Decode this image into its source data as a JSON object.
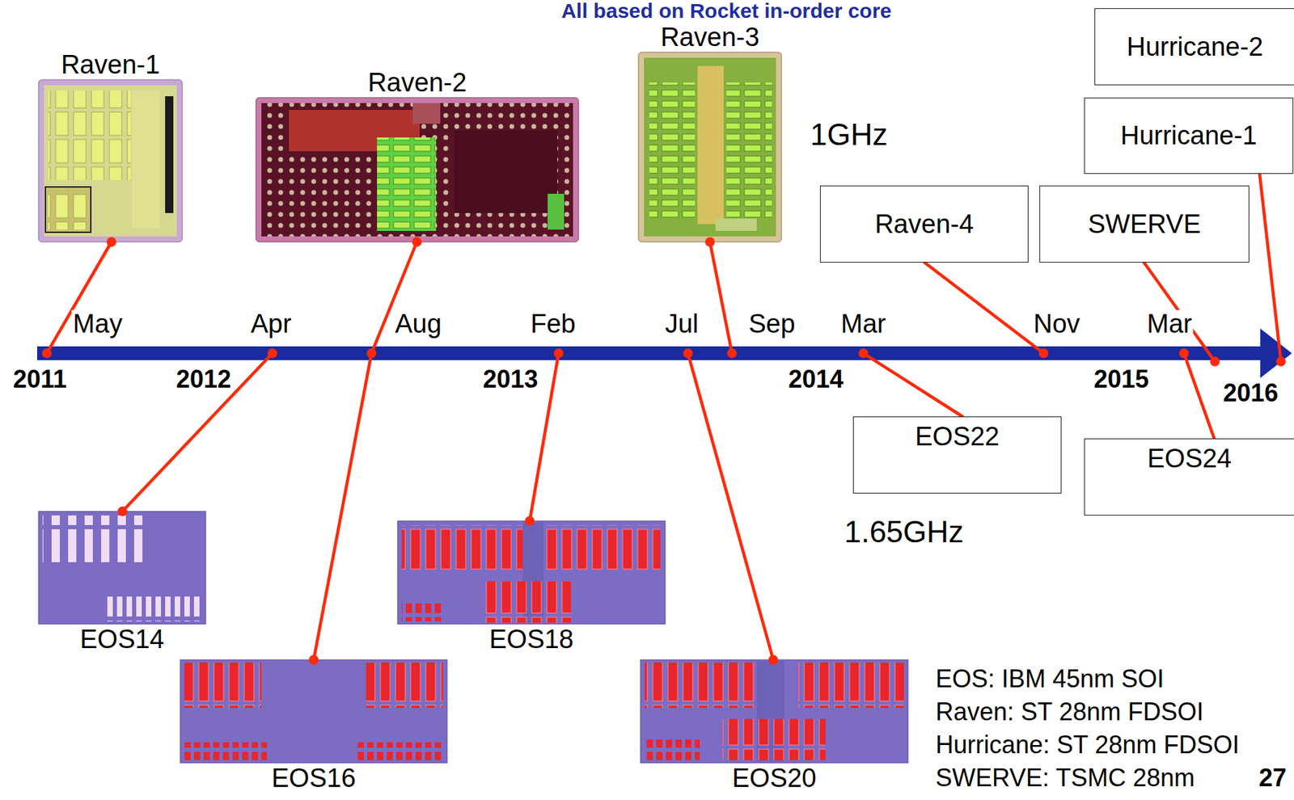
{
  "diagram": {
    "title": "All based on Rocket in-order core",
    "nodes": [
      {
        "text": [
          "Raven-1"
        ]
      },
      {
        "text": [
          "Raven-2"
        ]
      },
      {
        "text": [
          "Raven-3"
        ]
      },
      {
        "text": [
          "Hurricane-2"
        ]
      },
      {
        "text": [
          "Hurricane-1"
        ]
      },
      {
        "text": [
          "Raven-4"
        ]
      },
      {
        "text": [
          "SWERVE"
        ]
      },
      {
        "text": [
          "EOS22"
        ]
      },
      {
        "text": [
          "EOS24"
        ]
      },
      {
        "text": [
          "EOS14"
        ]
      },
      {
        "text": [
          "EOS18"
        ]
      },
      {
        "text": [
          "EOS16"
        ]
      },
      {
        "text": [
          "EOS20"
        ]
      }
    ],
    "labels": [
      "1GHz",
      "May",
      "Apr",
      "Aug",
      "Feb",
      "Jul",
      "Sep",
      "Mar",
      "Nov",
      "Mar",
      "2011",
      "2012",
      "2013",
      "2014",
      "2015",
      "2016",
      "1.65GHz",
      "EOS: IBM 45nm SOI",
      "Raven: ST 28nm FDSOI",
      "Hurricane: ST 28nm FDSOI",
      "SWERVE: TSMC 28nm",
      "27"
    ]
  }
}
